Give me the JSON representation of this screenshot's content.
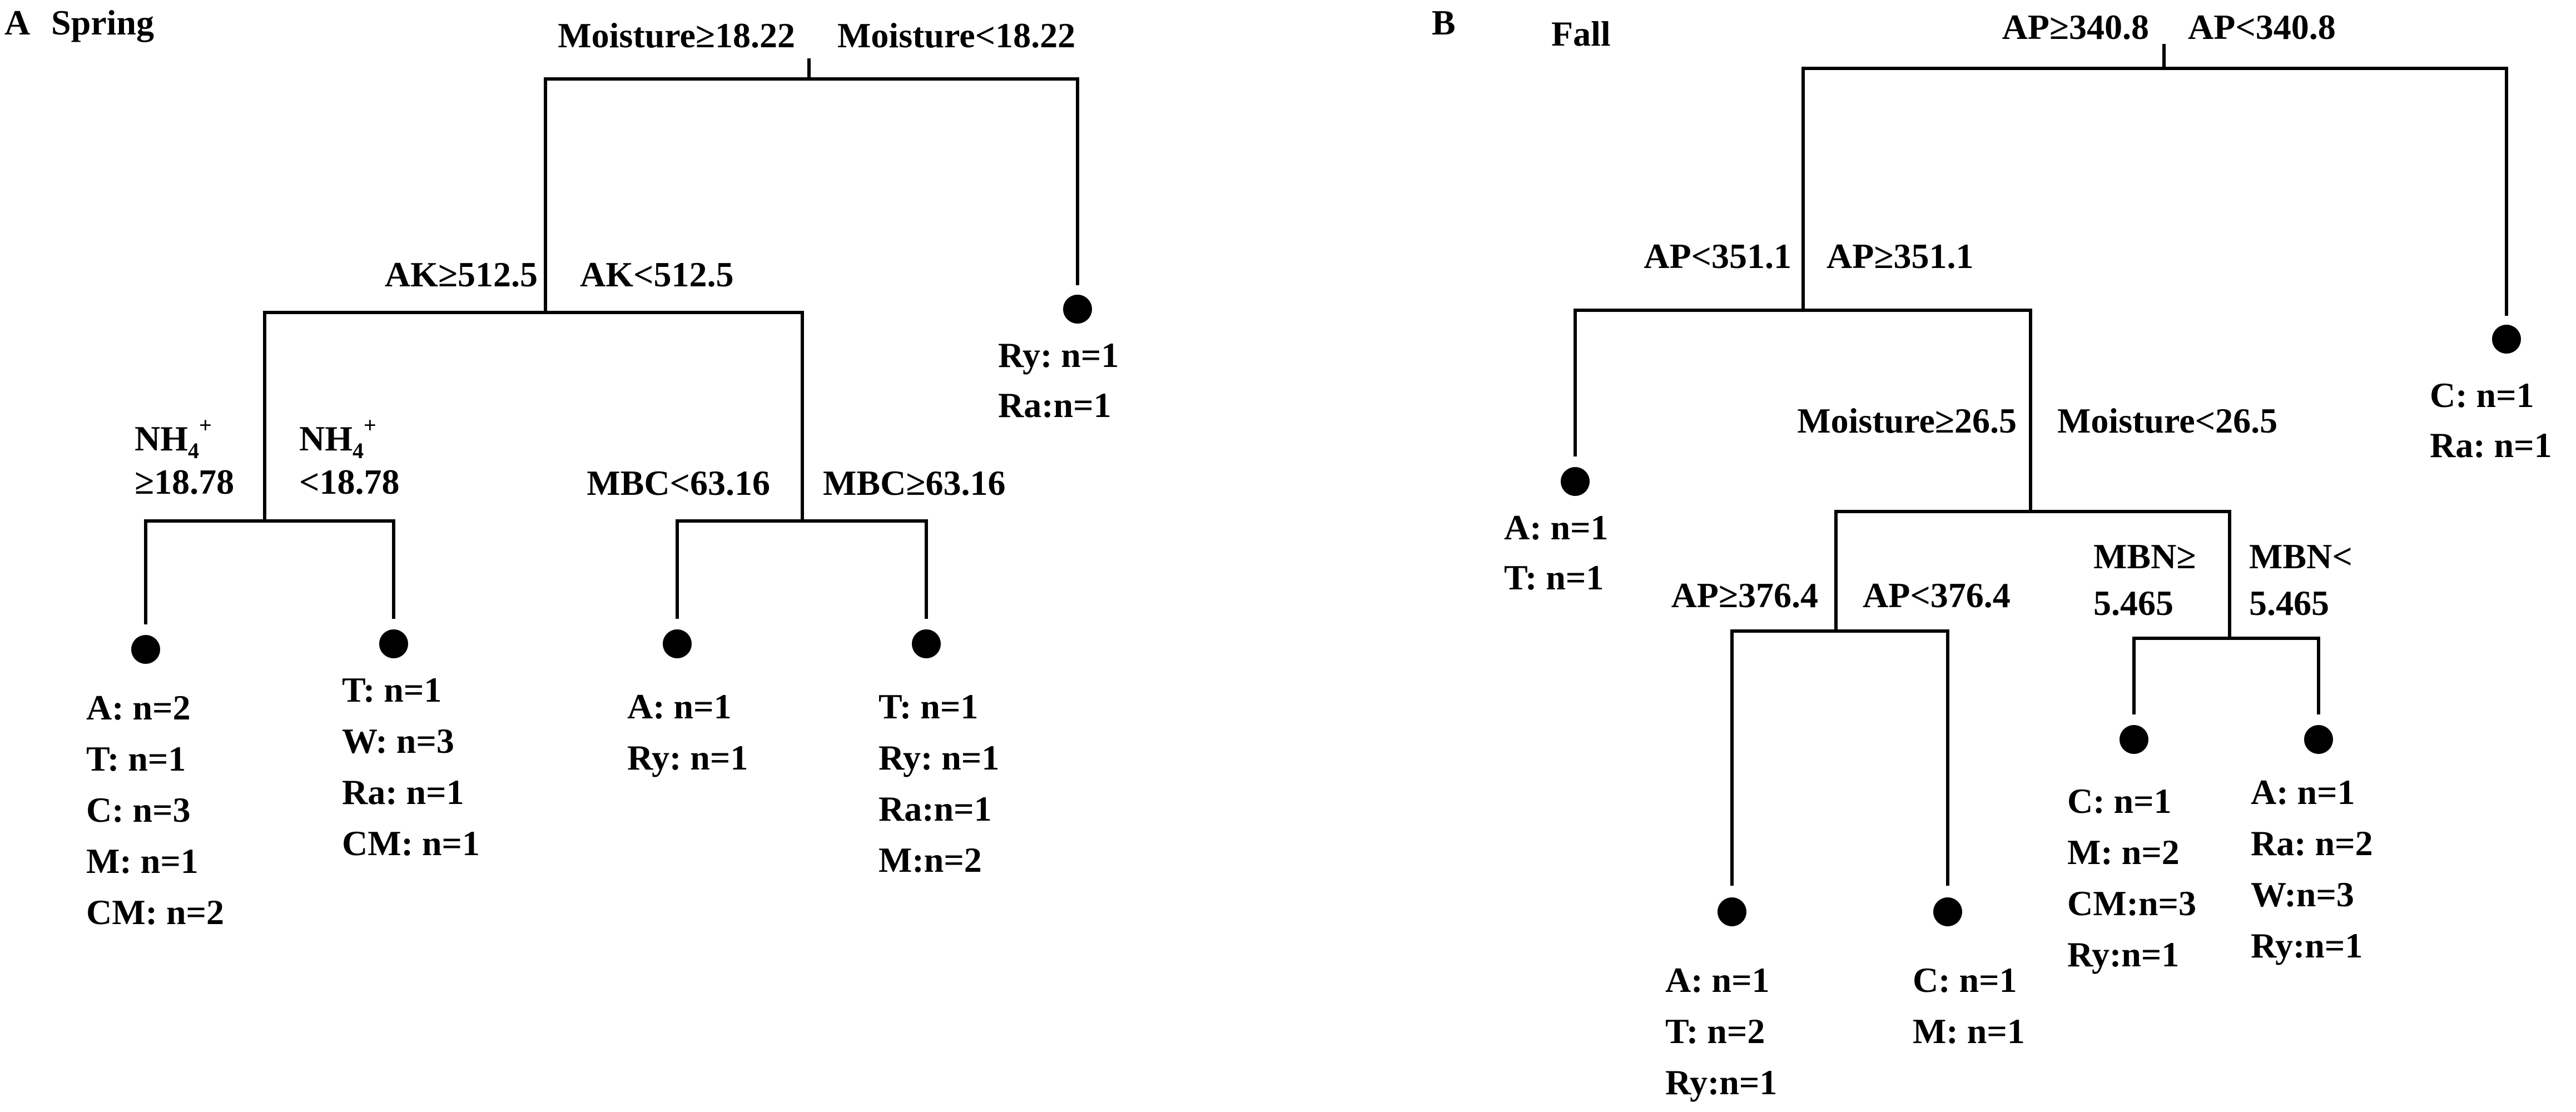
{
  "panels": [
    {
      "letter": "A",
      "title": "Spring",
      "splits": {
        "root_left": "Moisture≥18.22",
        "root_right": "Moisture<18.22",
        "ak_left": "AK≥512.5",
        "ak_right": "AK<512.5",
        "nh4_left_line1": "NH",
        "nh4_left_sub": "4",
        "nh4_left_sup": "+",
        "nh4_left_line2": "≥18.78",
        "nh4_right_line1": "NH",
        "nh4_right_sub": "4",
        "nh4_right_sup": "+",
        "nh4_right_line2": "<18.78",
        "mbc_left": "MBC<63.16",
        "mbc_right": "MBC≥63.16"
      },
      "leaves": {
        "ry_ra": [
          "Ry: n=1",
          "Ra:n=1"
        ],
        "nh4_ge": [
          "A: n=2",
          "T: n=1",
          "C: n=3",
          "M: n=1",
          "CM: n=2"
        ],
        "nh4_lt": [
          "T: n=1",
          "W: n=3",
          "Ra: n=1",
          "CM: n=1"
        ],
        "mbc_lt": [
          "A: n=1",
          "Ry: n=1"
        ],
        "mbc_ge": [
          "T: n=1",
          "Ry: n=1",
          "Ra:n=1",
          "M:n=2"
        ]
      }
    },
    {
      "letter": "B",
      "title": "Fall",
      "splits": {
        "root_left": "AP≥340.8",
        "root_right": "AP<340.8",
        "ap2_left": "AP<351.1",
        "ap2_right": "AP≥351.1",
        "moist_left": "Moisture≥26.5",
        "moist_right": "Moisture<26.5",
        "ap3_left": "AP≥376.4",
        "ap3_right": "AP<376.4",
        "mbn_left_line1": "MBN≥",
        "mbn_left_line2": "5.465",
        "mbn_right_line1": "MBN<",
        "mbn_right_line2": "5.465"
      },
      "leaves": {
        "c_ra": [
          "C: n=1",
          "Ra: n=1"
        ],
        "a_t": [
          "A: n=1",
          "T: n=1"
        ],
        "ap_ge": [
          "A: n=1",
          "T: n=2",
          "Ry:n=1"
        ],
        "ap_lt": [
          "C: n=1",
          "M: n=1"
        ],
        "mbn_ge": [
          "C: n=1",
          "M: n=2",
          "CM:n=3",
          "Ry:n=1"
        ],
        "mbn_lt": [
          "A: n=1",
          "Ra: n=2",
          "W:n=3",
          "Ry:n=1"
        ]
      }
    }
  ]
}
